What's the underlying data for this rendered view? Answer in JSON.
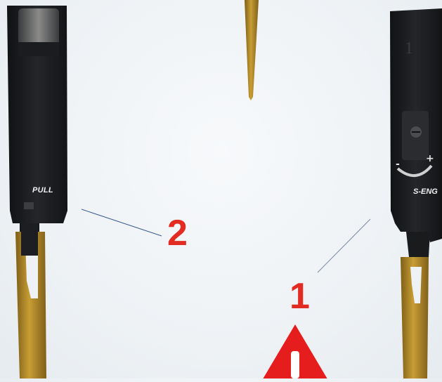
{
  "labels": {
    "marker_2": "2",
    "marker_1": "1",
    "pull_text": "PULL",
    "right_text": "S-ENG",
    "right_number": "1"
  },
  "colors": {
    "marker_red": "#e22b22",
    "body_black": "#1d1e21",
    "gold": "#b8902a"
  }
}
